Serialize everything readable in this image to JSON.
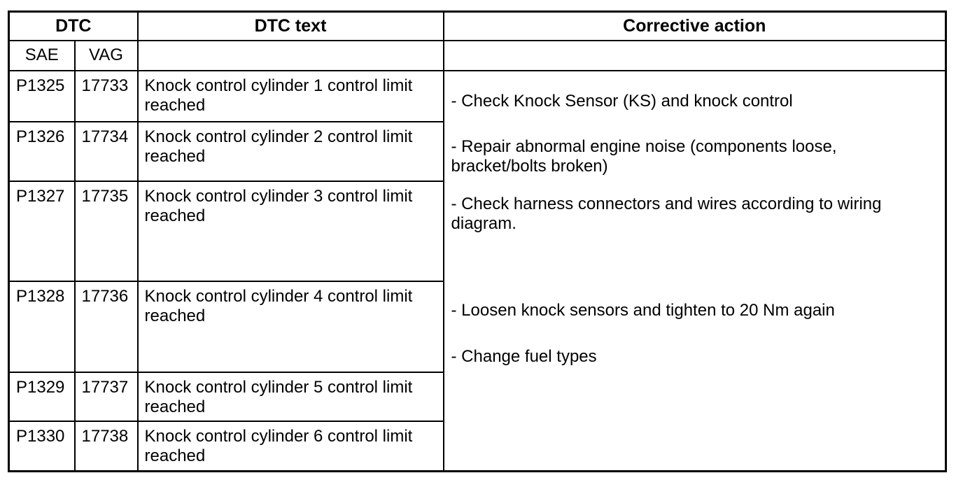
{
  "table": {
    "headers": {
      "dtc": "DTC",
      "sae": "SAE",
      "vag": "VAG",
      "dtc_text": "DTC text",
      "corrective_action": "Corrective action"
    },
    "rows": [
      {
        "sae": "P1325",
        "vag": "17733",
        "text": "Knock control cylinder 1 control limit\nreached"
      },
      {
        "sae": "P1326",
        "vag": "17734",
        "text": "Knock control cylinder 2 control limit\nreached"
      },
      {
        "sae": "P1327",
        "vag": "17735",
        "text": "Knock control cylinder 3 control limit\nreached"
      },
      {
        "sae": "P1328",
        "vag": "17736",
        "text": "Knock control cylinder 4 control limit\nreached"
      },
      {
        "sae": "P1329",
        "vag": "17737",
        "text": "Knock control cylinder 5 control limit\nreached"
      },
      {
        "sae": "P1330",
        "vag": "17738",
        "text": "Knock control cylinder 6 control limit\nreached"
      }
    ],
    "corrective_actions": [
      "- Check Knock Sensor (KS) and knock control",
      "- Repair abnormal engine noise (components loose,\nbracket/bolts broken)",
      "- Check harness connectors and wires according to wiring\ndiagram.",
      "- Loosen knock sensors and tighten to 20 Nm again",
      "- Change fuel types"
    ]
  },
  "colors": {
    "border": "#000000",
    "text": "#000000",
    "background": "#ffffff"
  }
}
